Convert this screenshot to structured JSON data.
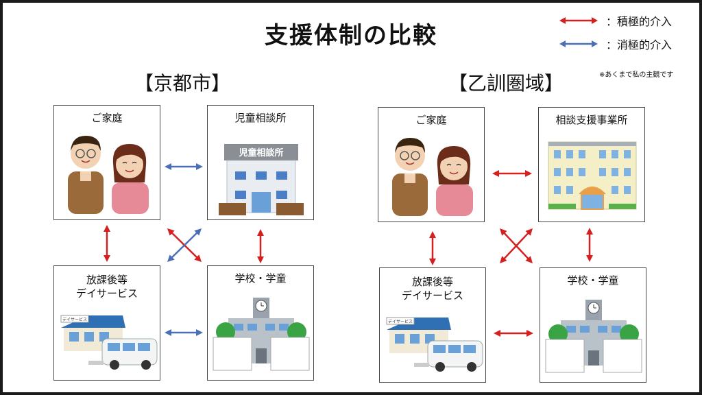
{
  "title": "支援体制の比較",
  "legend": {
    "active": "：積極的介入",
    "passive": "：消極的介入",
    "active_color": "#d42020",
    "passive_color": "#4a6fb5"
  },
  "note": "※あくまで私の主観です",
  "left": {
    "region": "【京都市】",
    "family": "ご家庭",
    "center": "児童相談所",
    "center_sign": "児童相談所",
    "dayservice": [
      "放課後等",
      "デイサービス"
    ],
    "school": "学校・学童"
  },
  "right": {
    "region": "【乙訓圏域】",
    "family": "ご家庭",
    "center": "相談支援事業所",
    "dayservice": [
      "放課後等",
      "デイサービス"
    ],
    "school": "学校・学童"
  },
  "dayservice_sign": "デイサービス",
  "connections": {
    "left": {
      "family-center": "passive",
      "family-dayservice": "active",
      "center-school": "active",
      "family-school": "active",
      "center-dayservice": "passive",
      "dayservice-school": "passive"
    },
    "right": {
      "family-center": "active",
      "family-dayservice": "active",
      "center-school": "active",
      "family-school": "active",
      "center-dayservice": "active",
      "dayservice-school": "active"
    }
  }
}
